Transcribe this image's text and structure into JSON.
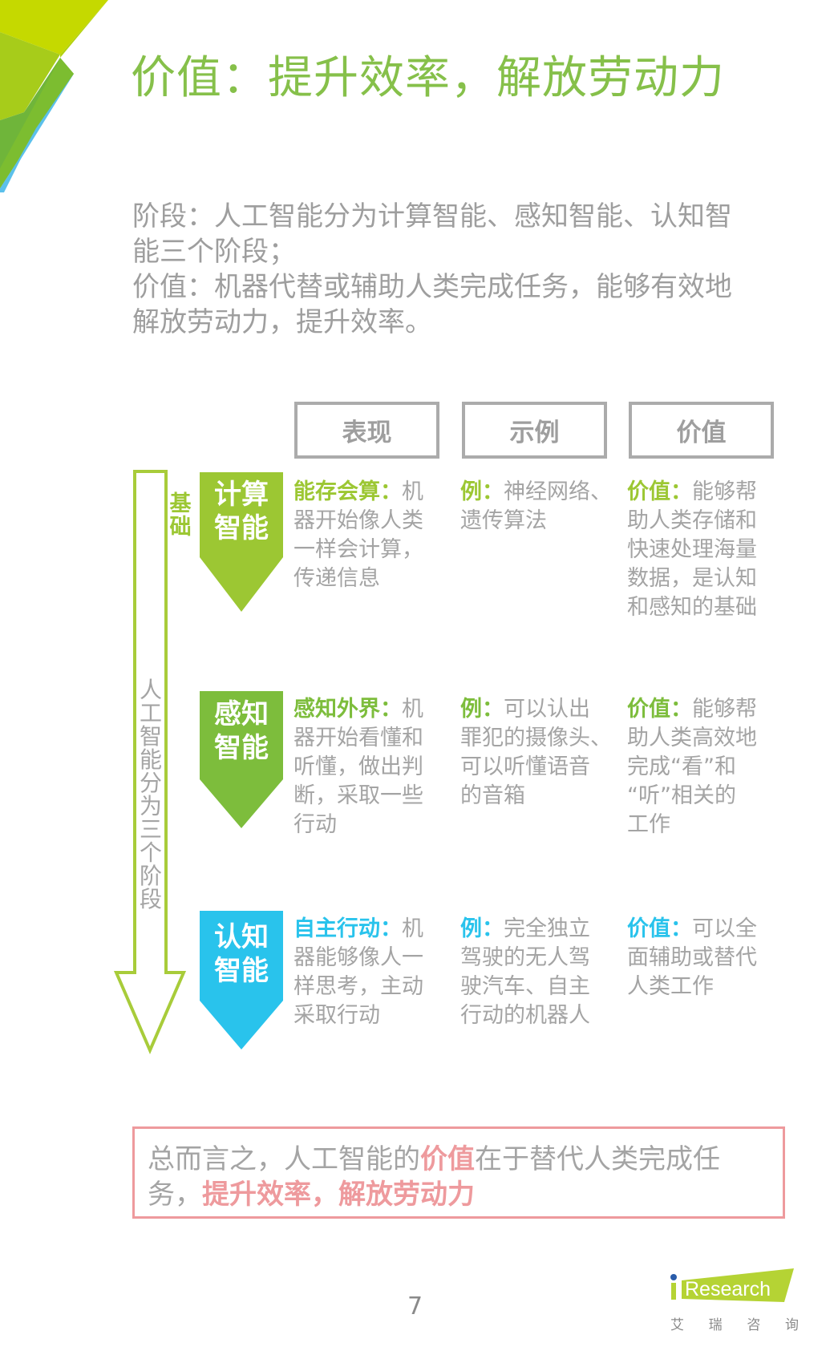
{
  "colors": {
    "title_green": "#86c04a",
    "computing_green": "#9cc733",
    "perception_green": "#7dbd3c",
    "cognition_cyan": "#29c3ec",
    "body_gray": "#a4a4a4",
    "box_gray": "#ababab",
    "summary_pink": "#ee9a9d",
    "logo_green": "#b5d334",
    "logo_dot_blue": "#2a5caa"
  },
  "title": "价值：提升效率，解放劳动力",
  "description": {
    "lines": [
      "阶段：人工智能分为计算智能、感知智能、认知智",
      "能三个阶段；",
      "价值：机器代替或辅助人类完成任务，能够有效地",
      "解放劳动力，提升效率。"
    ]
  },
  "column_headers": [
    "表现",
    "示例",
    "价值"
  ],
  "arrow": {
    "vertical_label": [
      "人",
      "工",
      "智",
      "能",
      "分",
      "为",
      "三",
      "个",
      "阶",
      "段"
    ],
    "base_label": [
      "基",
      "础"
    ]
  },
  "stages": [
    {
      "name_lines": [
        "计算",
        "智能"
      ],
      "color": "#9cc733",
      "performance": {
        "keyword": "能存会算：",
        "lines": [
          "机",
          "器开始像人类",
          "一样会计算，",
          "传递信息"
        ]
      },
      "example": {
        "keyword": "例：",
        "lines": [
          "神经网络、",
          "遗传算法"
        ]
      },
      "value": {
        "keyword": "价值：",
        "lines": [
          "能够帮",
          "助人类存储和",
          "快速处理海量",
          "数据，是认知",
          "和感知的基础"
        ]
      }
    },
    {
      "name_lines": [
        "感知",
        "智能"
      ],
      "color": "#7dbd3c",
      "performance": {
        "keyword": "感知外界：",
        "lines": [
          "机",
          "器开始看懂和",
          "听懂，做出判",
          "断，采取一些",
          "行动"
        ]
      },
      "example": {
        "keyword": "例：",
        "lines": [
          "可以认出",
          "罪犯的摄像头、",
          "可以听懂语音",
          "的音箱"
        ]
      },
      "value": {
        "keyword": "价值：",
        "lines": [
          "能够帮",
          "助人类高效地",
          "完成“看”和",
          "“听”相关的",
          "工作"
        ]
      }
    },
    {
      "name_lines": [
        "认知",
        "智能"
      ],
      "color": "#29c3ec",
      "performance": {
        "keyword": "自主行动：",
        "lines": [
          "机",
          "器能够像人一",
          "样思考，主动",
          "采取行动"
        ]
      },
      "example": {
        "keyword": "例：",
        "lines": [
          "完全独立",
          "驾驶的无人驾",
          "驶汽车、自主",
          "行动的机器人"
        ]
      },
      "value": {
        "keyword": "价值：",
        "lines": [
          "可以全",
          "面辅助或替代",
          "人类工作"
        ]
      }
    }
  ],
  "summary": {
    "part1": "总而言之，人工智能的",
    "highlight1": "价值",
    "part2": "在于替代人类完成任",
    "part3": "务，",
    "highlight2": "提升效率，解放劳动力"
  },
  "footer": {
    "page_number": "7",
    "logo_text": "Research",
    "logo_i": "i",
    "logo_cn": [
      "艾",
      "瑞",
      "咨",
      "询"
    ]
  }
}
